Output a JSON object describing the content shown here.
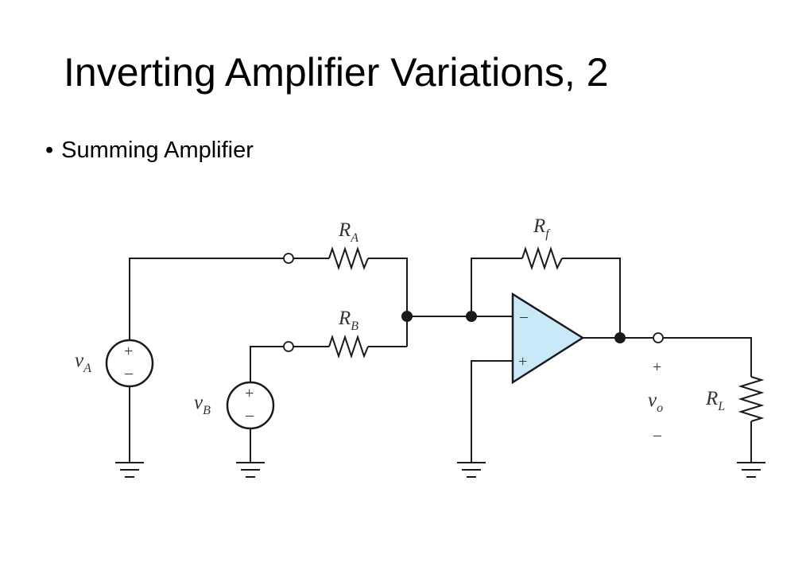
{
  "slide": {
    "title": "Inverting Amplifier Variations, 2",
    "bullet_marker": "•",
    "bullet_text": "Summing Amplifier"
  },
  "diagram": {
    "colors": {
      "wire": "#1a1a1a",
      "opamp_fill": "#c9e8f8",
      "label": "#333333"
    },
    "labels": {
      "ra_main": "R",
      "ra_sub": "A",
      "rb_main": "R",
      "rb_sub": "B",
      "rf_main": "R",
      "rf_sub": "f",
      "rl_main": "R",
      "rl_sub": "L",
      "va_main": "v",
      "va_sub": "A",
      "vb_main": "v",
      "vb_sub": "B",
      "vo_main": "v",
      "vo_sub": "o"
    },
    "signs": {
      "plus": "+",
      "minus": "–"
    }
  }
}
